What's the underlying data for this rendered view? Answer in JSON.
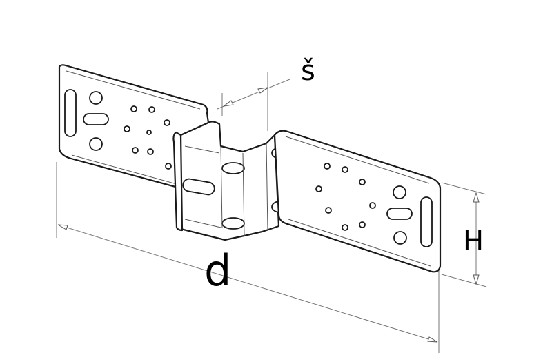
{
  "diagram": {
    "labels": {
      "thickness": "š",
      "length": "d",
      "height": "H"
    },
    "colors": {
      "line": "#1a1a1a",
      "dimension": "#777777",
      "background": "#ffffff"
    }
  }
}
